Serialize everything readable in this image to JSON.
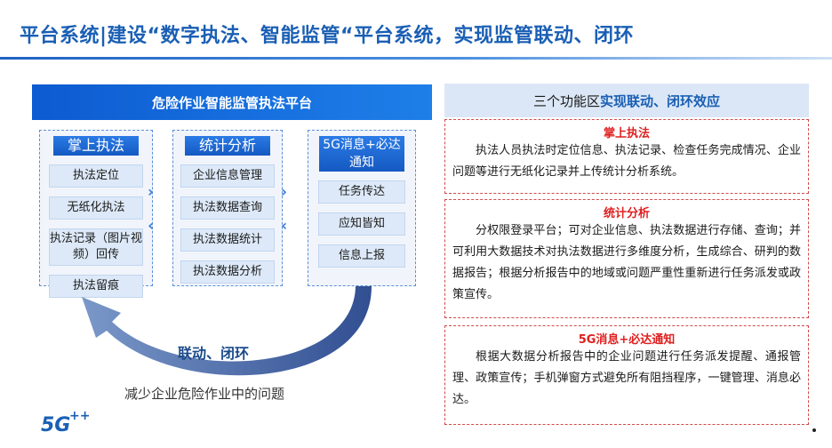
{
  "header": {
    "title": "平台系统|建设“数字执法、智能监管“平台系统，实现监管联动、闭环"
  },
  "platform": {
    "header": "危险作业智能监管执法平台",
    "columns": [
      {
        "title": "掌上执法",
        "items": [
          "执法定位",
          "无纸化执法",
          "执法记录（图片视频）回传",
          "执法留痕"
        ]
      },
      {
        "title": "统计分析",
        "items": [
          "企业信息管理",
          "执法数据查询",
          "执法数据统计",
          "执法数据分析"
        ]
      },
      {
        "title": "5G消息+必达通知",
        "items": [
          "任务传达",
          "应知皆知",
          "信息上报"
        ]
      }
    ],
    "arrow_label": "联动、闭环",
    "bottom_text": "减少企业危险作业中的问题"
  },
  "right": {
    "header_prefix": "三个功能区",
    "header_accent": "实现联动、闭环效应",
    "sections": [
      {
        "title": "掌上执法",
        "body": "执法人员执法时定位信息、执法记录、检查任务完成情况、企业问题等进行无纸化记录并上传统计分析系统。"
      },
      {
        "title": "统计分析",
        "body": "分权限登录平台；可对企业信息、执法数据进行存储、查询；并可利用大数据技术对执法数据进行多维度分析，生成综合、研判的数据报告；根据分析报告中的地域或问题严重性重新进行任务派发或政策宣传。"
      },
      {
        "title": "5G消息+必达通知",
        "body": "根据大数据分析报告中的企业问题进行任务派发提醒、通报管理、政策宣传；手机弹窗方式避免所有阻挡程序，一键管理、消息必达。"
      }
    ]
  },
  "logo": {
    "text": "5G",
    "sup": "++"
  },
  "colors": {
    "accent": "#1a5fb4",
    "red": "#e02020"
  }
}
